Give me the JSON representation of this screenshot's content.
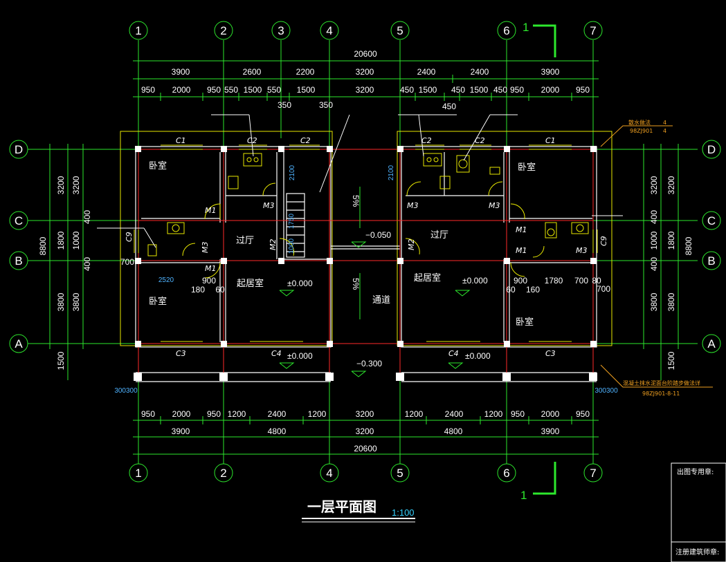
{
  "drawing": {
    "title": "一层平面图",
    "scale": "1:100",
    "section_mark": "1"
  },
  "axes": {
    "top": [
      "1",
      "2",
      "3",
      "4",
      "5",
      "6",
      "7"
    ],
    "bottom": [
      "1",
      "2",
      "4",
      "5",
      "6",
      "7"
    ],
    "rows": [
      "D",
      "C",
      "B",
      "A"
    ]
  },
  "dimensions": {
    "total": "20600",
    "top_row2": [
      "3900",
      "2600",
      "2200",
      "3200",
      "2400",
      "2400",
      "3900"
    ],
    "top_row3": [
      "950",
      "2000",
      "950",
      "550",
      "1500",
      "550",
      "1500",
      "3200",
      "450",
      "1500",
      "450",
      "1500",
      "450",
      "950",
      "2000",
      "950"
    ],
    "top_extra": [
      "350",
      "350",
      "450"
    ],
    "bottom_row1": [
      "950",
      "2000",
      "950",
      "1200",
      "2400",
      "1200",
      "3200",
      "1200",
      "2400",
      "1200",
      "950",
      "2000",
      "950"
    ],
    "bottom_row2": [
      "3900",
      "4800",
      "3200",
      "4800",
      "3900"
    ],
    "left_outer": "8800",
    "left_mid": [
      "3200",
      "1800",
      "3800"
    ],
    "left_inner": [
      "400",
      "1000",
      "400"
    ],
    "right_outer": "8800",
    "right_mid": [
      "3200",
      "1800",
      "3800"
    ],
    "right_inner": [
      "400",
      "1000",
      "400"
    ],
    "left_bottom": "1500",
    "right_bottom": "1500",
    "side_700_left": "700",
    "side_700_right": "700",
    "small_300": "300300"
  },
  "rooms": {
    "bedroom": "卧室",
    "hall": "过厅",
    "living": "起居室",
    "passage": "通道"
  },
  "openings": {
    "c1": "C1",
    "c2": "C2",
    "c3": "C3",
    "c4": "C4",
    "c9": "C9",
    "m1": "M1",
    "m2": "M2",
    "m3": "M3"
  },
  "elevations": {
    "zero": "±0.000",
    "minus050": "−0.050",
    "minus300": "−0.300"
  },
  "slope": "5%",
  "inner_dims": {
    "d2100": "2100",
    "d1750": "1750",
    "d1000": "1000",
    "left_2520": "2520",
    "left_900": "900",
    "left_180": "180",
    "left_60": "60",
    "right_900": "900",
    "right_1780": "1780",
    "right_700": "700",
    "right_60": "60",
    "right_160": "160",
    "right_80": "80"
  },
  "notes": {
    "eave": "散水做法",
    "eave_ref": "98ZJ901",
    "eave_num1": "4",
    "eave_num2": "4",
    "step": "混凝土抹水泥面台阶踏步做法详",
    "step_ref": "98ZJ901-8-11"
  },
  "stamps": {
    "s1": "出图专用章:",
    "s2": "注册建筑师章:"
  }
}
